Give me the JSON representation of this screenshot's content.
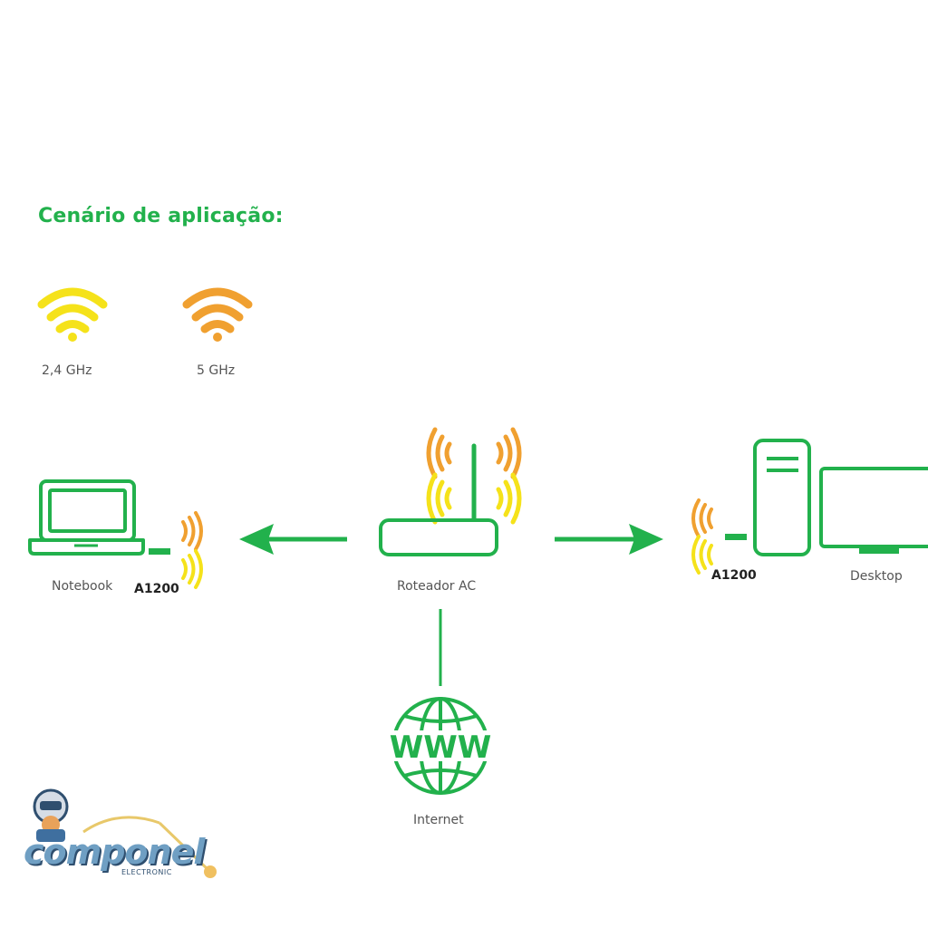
{
  "title": "Cenário de aplicação:",
  "legend": {
    "band_24": "2,4 GHz",
    "band_5": "5 GHz"
  },
  "nodes": {
    "notebook": "Notebook",
    "adapter_left": "A1200",
    "router": "Roteador AC",
    "adapter_right": "A1200",
    "desktop": "Desktop",
    "internet": "Internet",
    "www": "WWW"
  },
  "logo": {
    "brand": "componel",
    "sub": "ELECTRONIC"
  },
  "colors": {
    "green": "#22b14c",
    "yellow": "#f5e61c",
    "orange": "#f0a030",
    "logo_blue": "#6f9fc3"
  },
  "icons": [
    "wifi-24ghz-icon",
    "wifi-5ghz-icon",
    "notebook-icon",
    "usb-adapter-icon",
    "router-icon",
    "desktop-tower-icon",
    "monitor-icon",
    "globe-www-icon",
    "arrow-left-icon",
    "arrow-right-icon"
  ]
}
